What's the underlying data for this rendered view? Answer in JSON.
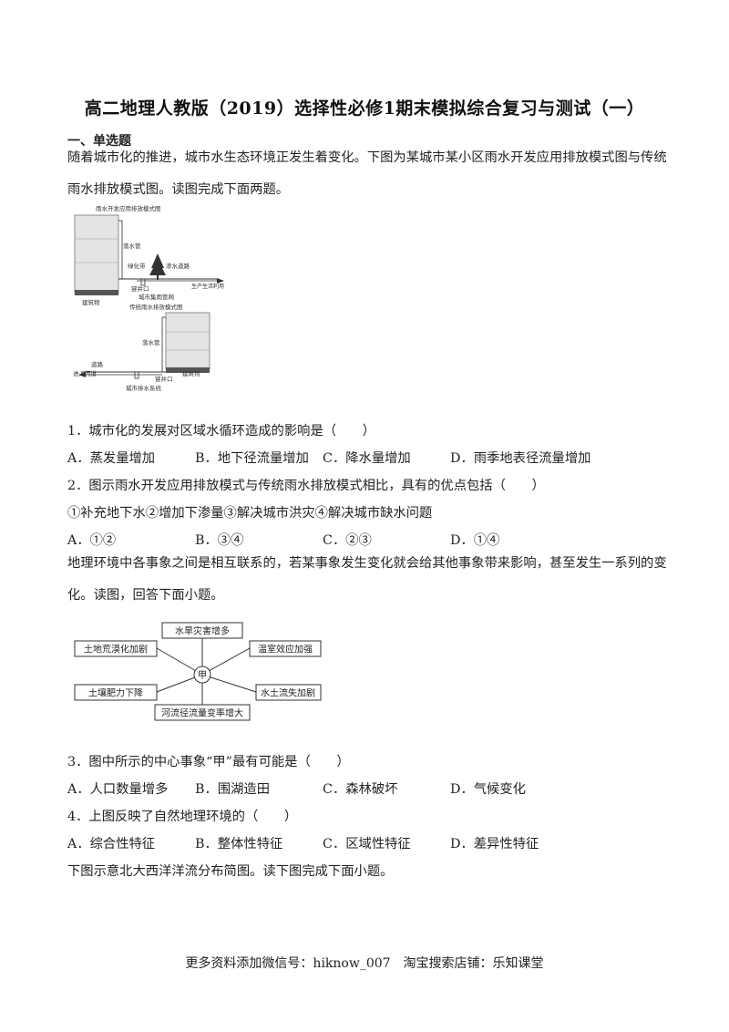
{
  "title": "高二地理人教版（2019）选择性必修1期末模拟综合复习与测试（一）",
  "section": "一、单选题",
  "intro1_line1": "随着城市化的推进，城市水生态环境正发生着变化。下图为某城市某小区雨水开发应用排放模式图与传统",
  "intro1_line2": "雨水排放模式图。读图完成下面两题。",
  "figure1": {
    "top_title": "雨水开发应用排放模式图",
    "downpipe": "落水管",
    "greenbelt": "绿化带",
    "permeable_road": "渗水道路",
    "building": "建筑物",
    "inspection_well": "窨井口",
    "production_use": "生产生活利用",
    "city_pipe": "城市集雨管网",
    "bottom_title": "传统雨水排放模式图",
    "road": "道路",
    "into_river": "进入河道",
    "drainage": "城市排水系统"
  },
  "q1": {
    "stem": "1．城市化的发展对区域水循环造成的影响是（　　）",
    "options": [
      "A．蒸发量增加",
      "B．地下径流量增加",
      "C．降水量增加",
      "D．雨季地表径流量增加"
    ]
  },
  "q2": {
    "stem": "2．图示雨水开发应用排放模式与传统雨水排放模式相比，具有的优点包括（　　）",
    "items": "①补充地下水②增加下渗量③解决城市洪灾④解决城市缺水问题",
    "options": [
      "A．①②",
      "B．③④",
      "C．②③",
      "D．①④"
    ]
  },
  "intro2_line1": "地理环境中各事象之间是相互联系的，若某事象发生变化就会给其他事象带来影响，甚至发生一系列的变",
  "intro2_line2": "化。读图，回答下面小题。",
  "figure2": {
    "center": "甲",
    "top": "水旱灾害增多",
    "left_top": "土地荒漠化加剧",
    "right_top": "温室效应加强",
    "left_bottom": "土壤肥力下降",
    "right_bottom": "水土流失加剧",
    "bottom": "河流径流量变率增大"
  },
  "q3": {
    "stem": "3．图中所示的中心事象“甲”最有可能是（　　）",
    "options": [
      "A．人口数量增多",
      "B．围湖造田",
      "C．森林破坏",
      "D．气候变化"
    ]
  },
  "q4": {
    "stem": "4．上图反映了自然地理环境的（　　）",
    "options": [
      "A．综合性特征",
      "B．整体性特征",
      "C．区域性特征",
      "D．差异性特征"
    ]
  },
  "intro3": "下图示意北大西洋洋流分布简图。读下图完成下面小题。",
  "footer": "更多资料添加微信号：hiknow_007　淘宝搜索店铺：乐知课堂"
}
